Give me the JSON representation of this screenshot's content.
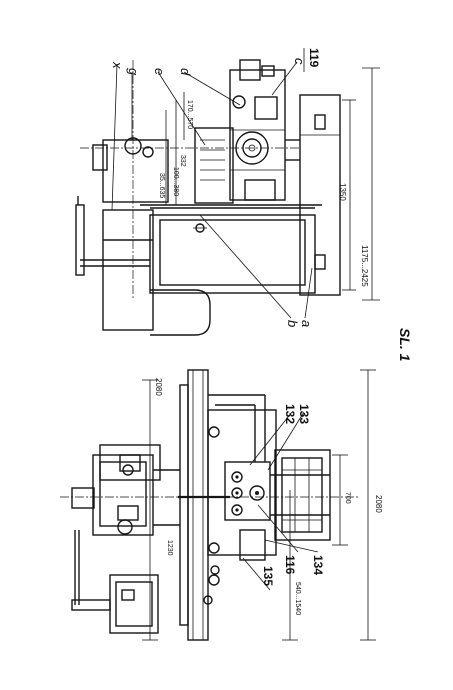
{
  "sheet_label": "SL. 1",
  "top_view": {
    "part_letters": [
      "x",
      "g",
      "e",
      "d",
      "c",
      "b",
      "a"
    ],
    "part_numbers": [
      "119"
    ],
    "dimensions": [
      "1350",
      "1175...2425",
      "35...635",
      "100...380",
      "332",
      "170...570"
    ]
  },
  "bottom_view": {
    "part_numbers": [
      "132",
      "133",
      "116",
      "134",
      "135"
    ],
    "dimensions": [
      "2080",
      "2080",
      "1230",
      "700",
      "540...1540"
    ]
  }
}
